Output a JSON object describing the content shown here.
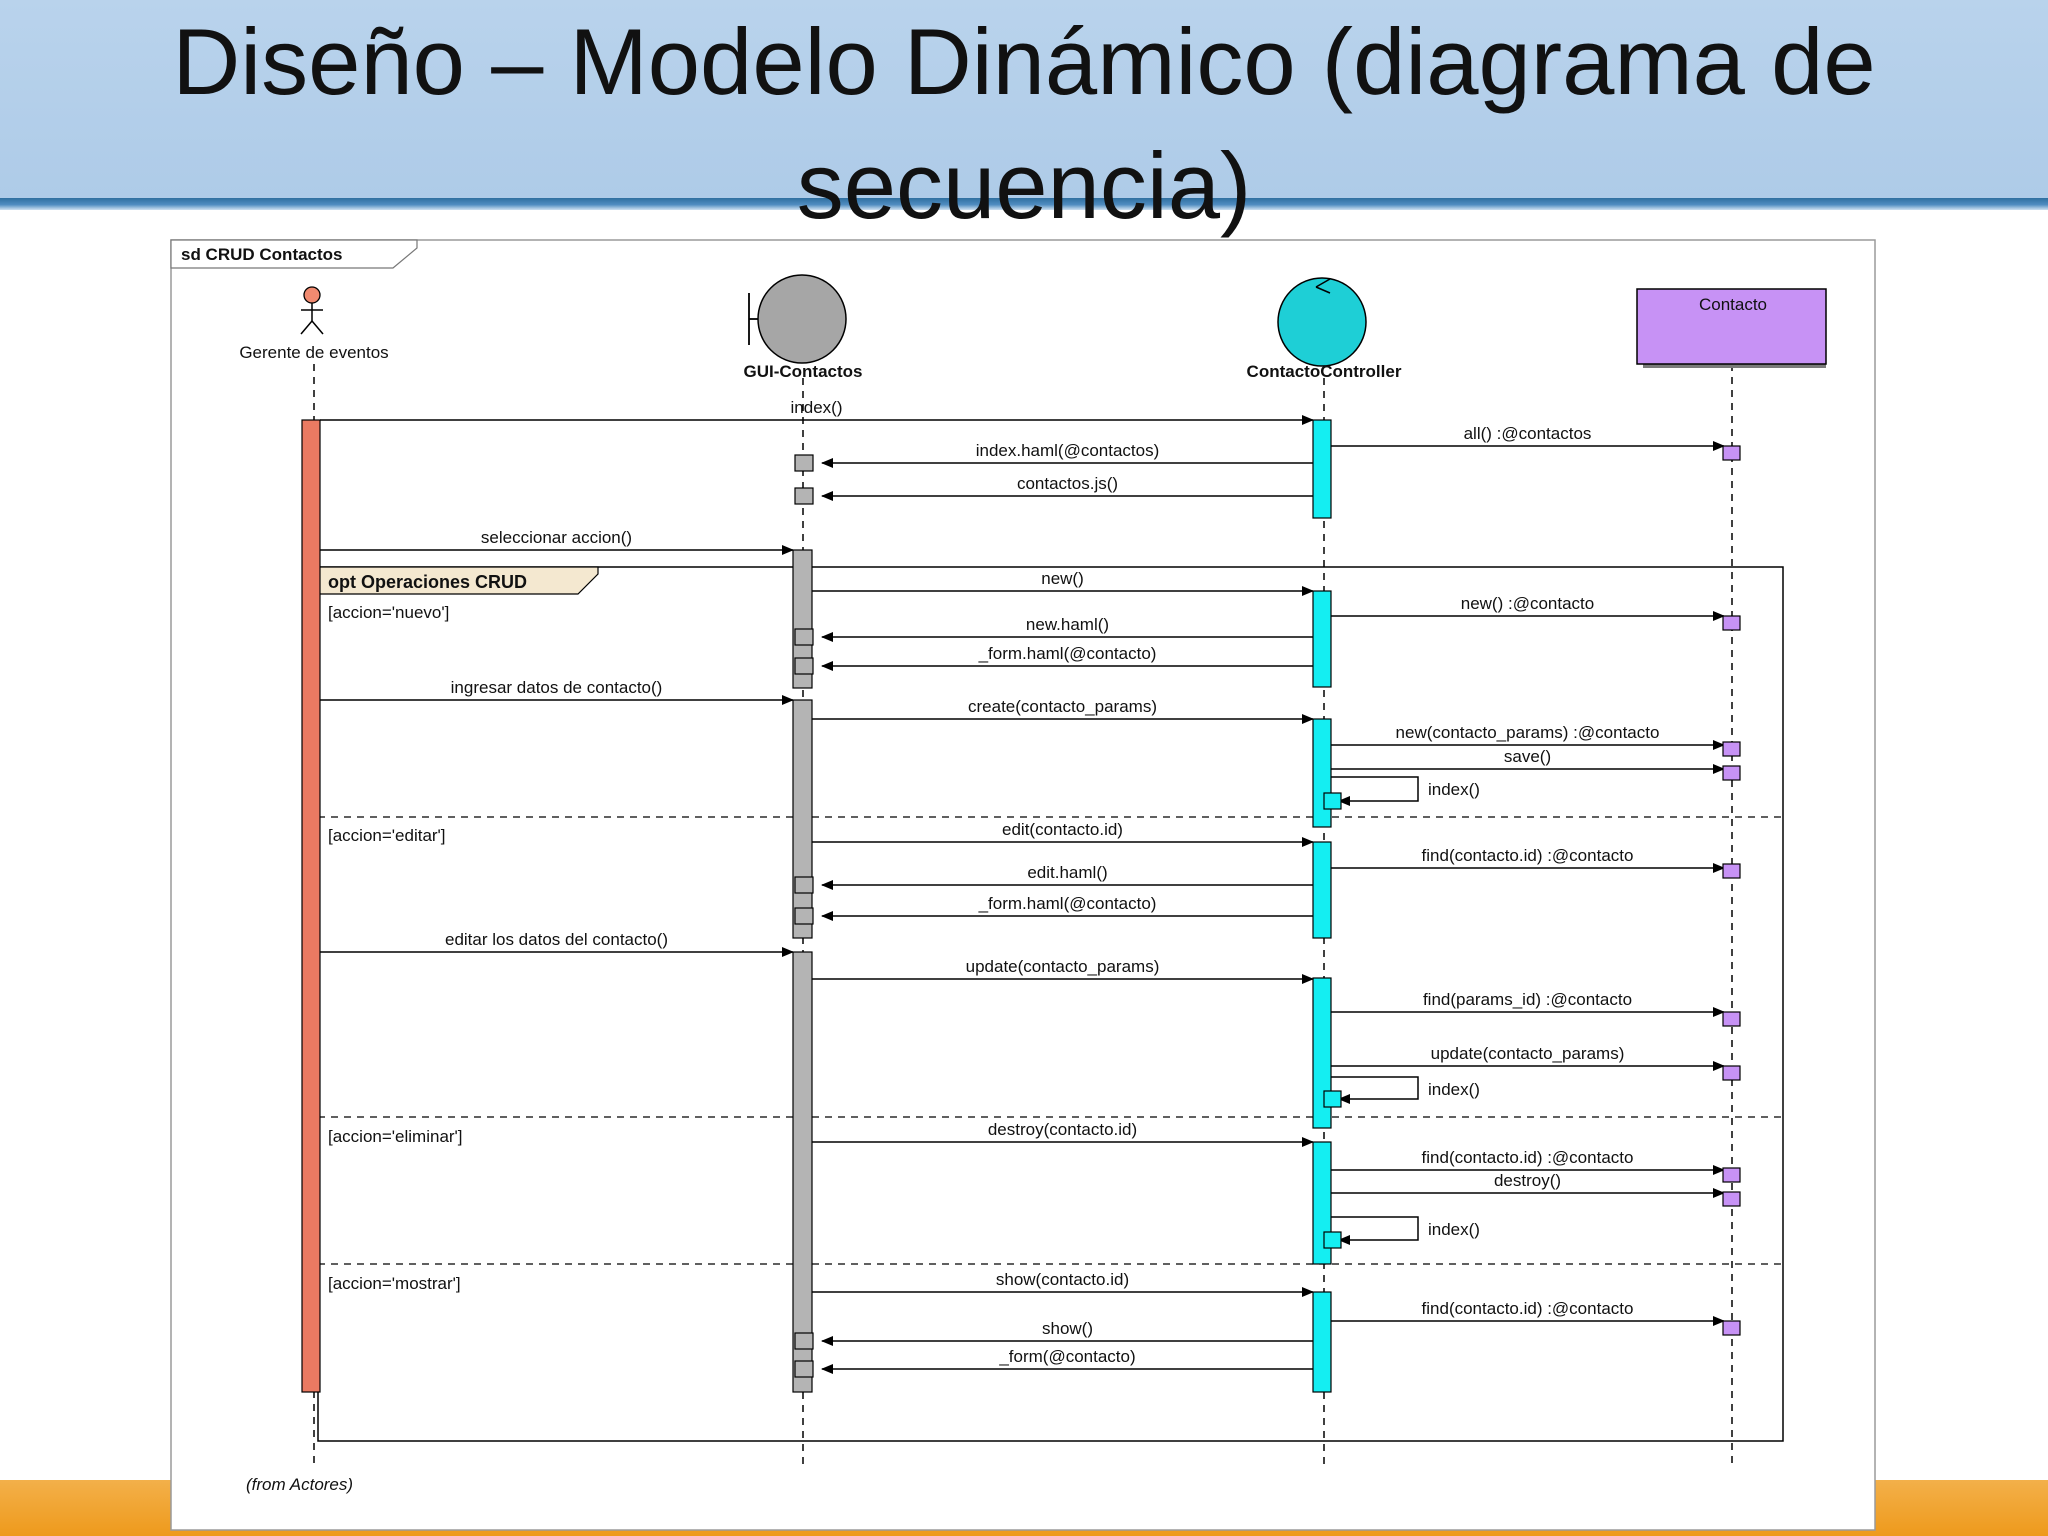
{
  "slide": {
    "title": "Diseño – Modelo Dinámico (diagrama de secuencia)"
  },
  "diagram": {
    "frame_label": "sd CRUD Contactos",
    "footer_note": "(from Actores)",
    "lifelines": [
      {
        "id": "actor",
        "name": "Gerente de eventos",
        "kind": "actor",
        "color": "#f08a70"
      },
      {
        "id": "gui",
        "name": "GUI-Contactos",
        "kind": "boundary",
        "color": "#a6a6a6"
      },
      {
        "id": "ctrl",
        "name": "ContactoController",
        "kind": "control",
        "color": "#1ecfd6"
      },
      {
        "id": "model",
        "name": "Contacto",
        "kind": "entity",
        "color": "#c792f5"
      }
    ],
    "fragment": {
      "label": "opt Operaciones CRUD",
      "guards": [
        "[accion='nuevo']",
        "[accion='editar']",
        "[accion='eliminar']",
        "[accion='mostrar']"
      ]
    },
    "messages": [
      {
        "text": "index()",
        "from": "actor",
        "to": "ctrl"
      },
      {
        "text": "all() :@contactos",
        "from": "ctrl",
        "to": "model"
      },
      {
        "text": "index.haml(@contactos)",
        "from": "ctrl",
        "to": "gui"
      },
      {
        "text": "contactos.js()",
        "from": "ctrl",
        "to": "gui"
      },
      {
        "text": "seleccionar accion()",
        "from": "actor",
        "to": "gui"
      },
      {
        "text": "new()",
        "from": "gui",
        "to": "ctrl"
      },
      {
        "text": "new() :@contacto",
        "from": "ctrl",
        "to": "model"
      },
      {
        "text": "new.haml()",
        "from": "ctrl",
        "to": "gui"
      },
      {
        "text": "_form.haml(@contacto)",
        "from": "ctrl",
        "to": "gui"
      },
      {
        "text": "ingresar datos de contacto()",
        "from": "actor",
        "to": "gui"
      },
      {
        "text": "create(contacto_params)",
        "from": "gui",
        "to": "ctrl"
      },
      {
        "text": "new(contacto_params) :@contacto",
        "from": "ctrl",
        "to": "model"
      },
      {
        "text": "save()",
        "from": "ctrl",
        "to": "model"
      },
      {
        "text": "index()",
        "from": "ctrl",
        "to": "ctrl"
      },
      {
        "text": "edit(contacto.id)",
        "from": "gui",
        "to": "ctrl"
      },
      {
        "text": "find(contacto.id) :@contacto",
        "from": "ctrl",
        "to": "model"
      },
      {
        "text": "edit.haml()",
        "from": "ctrl",
        "to": "gui"
      },
      {
        "text": "_form.haml(@contacto)",
        "from": "ctrl",
        "to": "gui"
      },
      {
        "text": "editar los datos del contacto()",
        "from": "actor",
        "to": "gui"
      },
      {
        "text": "update(contacto_params)",
        "from": "gui",
        "to": "ctrl"
      },
      {
        "text": "find(params_id) :@contacto",
        "from": "ctrl",
        "to": "model"
      },
      {
        "text": "update(contacto_params)",
        "from": "ctrl",
        "to": "model"
      },
      {
        "text": "index()",
        "from": "ctrl",
        "to": "ctrl"
      },
      {
        "text": "destroy(contacto.id)",
        "from": "gui",
        "to": "ctrl"
      },
      {
        "text": "find(contacto.id) :@contacto",
        "from": "ctrl",
        "to": "model"
      },
      {
        "text": "destroy()",
        "from": "ctrl",
        "to": "model"
      },
      {
        "text": "index()",
        "from": "ctrl",
        "to": "ctrl"
      },
      {
        "text": "show(contacto.id)",
        "from": "gui",
        "to": "ctrl"
      },
      {
        "text": "find(contacto.id) :@contacto",
        "from": "ctrl",
        "to": "model"
      },
      {
        "text": "show()",
        "from": "ctrl",
        "to": "gui"
      },
      {
        "text": "_form(@contacto)",
        "from": "ctrl",
        "to": "gui"
      }
    ]
  }
}
